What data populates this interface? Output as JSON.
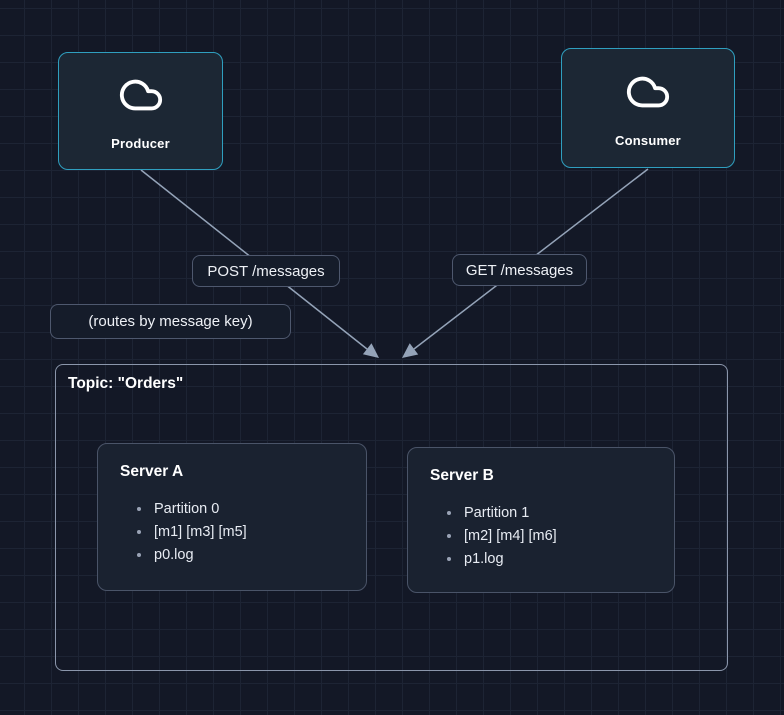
{
  "diagram": {
    "producer": {
      "label": "Producer",
      "icon": "cloud-icon"
    },
    "consumer": {
      "label": "Consumer",
      "icon": "cloud-icon"
    },
    "edges": {
      "post": "POST /messages",
      "get": "GET /messages",
      "routes_note": "(routes by message key)"
    },
    "topic": {
      "title": "Topic: \"Orders\"",
      "servers": [
        {
          "title": "Server A",
          "items": [
            "Partition 0",
            "[m1] [m3] [m5]",
            "p0.log"
          ]
        },
        {
          "title": "Server B",
          "items": [
            "Partition 1",
            "[m2] [m4] [m6]",
            "p1.log"
          ]
        }
      ]
    },
    "colors": {
      "background": "#131826",
      "grid_line": "#1d2434",
      "node_border": "#2f9fbf",
      "node_fill": "#1c2734",
      "edge": "#94a3b8",
      "panel_border": "#8b96ab",
      "card_fill": "#1a2230",
      "card_border": "#4a5468",
      "label_fill": "#151c2a",
      "text": "#eef1f6"
    }
  }
}
